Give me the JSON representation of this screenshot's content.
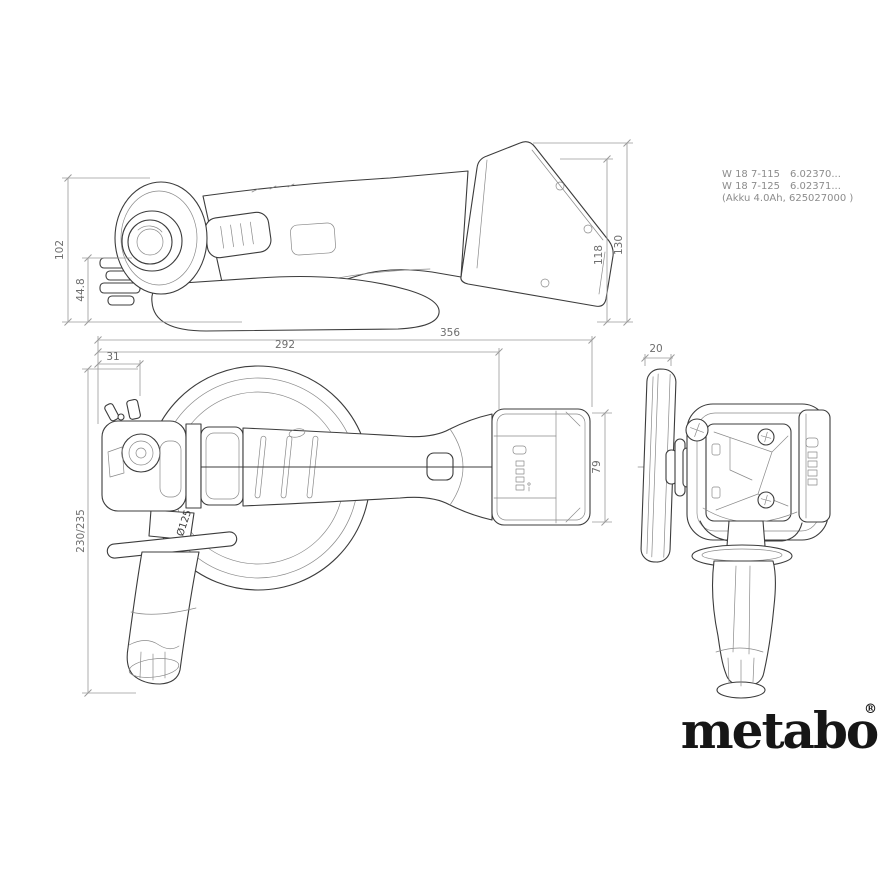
{
  "colors": {
    "background": "#ffffff",
    "outline": "#3c3c3c",
    "detail": "#8a8a8a",
    "dimension": "#9a9a9a",
    "dim_text": "#6e6e6e",
    "codes_text": "#8c8c8c",
    "logo": "#161616"
  },
  "product_codes": {
    "rows": [
      {
        "model": "W 18 7-115",
        "code": "6.02370..."
      },
      {
        "model": "W 18 7-125",
        "code": "6.02371..."
      }
    ],
    "note": "(Akku 4.0Ah, 625027000 )"
  },
  "views": {
    "side": {
      "dims": {
        "total_height": "102",
        "flange_height": "44.8",
        "battery_height_inner": "118",
        "battery_height_outer": "130"
      }
    },
    "top": {
      "dims": {
        "total_length": "356",
        "body_length": "292",
        "head_overhang": "31",
        "battery_width": "79",
        "height_with_handle": "230/235",
        "disc_diameter": "Ø125"
      }
    },
    "front": {
      "dims": {
        "disc_width": "20"
      }
    }
  },
  "logo": {
    "text": "metabo",
    "registered": "®"
  }
}
